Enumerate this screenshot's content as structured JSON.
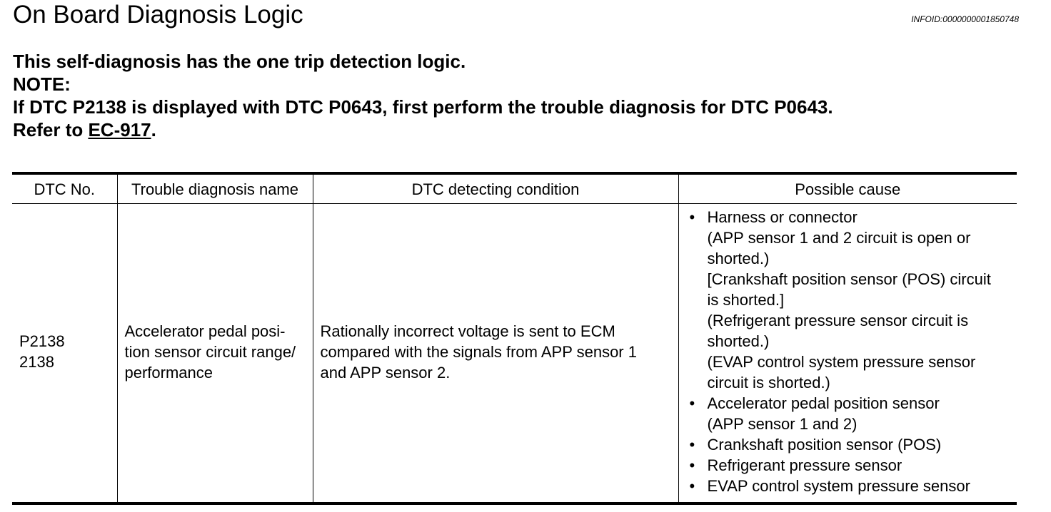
{
  "header": {
    "title": "On Board Diagnosis Logic",
    "infoid": "INFOID:0000000001850748"
  },
  "note": {
    "line1": "This self-diagnosis has the one trip detection logic.",
    "line2": "NOTE:",
    "line3": "If DTC P2138 is displayed with DTC P0643, first perform the trouble diagnosis for DTC P0643.",
    "line4_prefix": "Refer to ",
    "link": "EC-917",
    "line4_suffix": "."
  },
  "table": {
    "headers": [
      "DTC No.",
      "Trouble diagnosis name",
      "DTC detecting condition",
      "Possible cause"
    ],
    "row": {
      "dtc_lines": [
        "P2138",
        "2138"
      ],
      "name_lines": [
        "Accelerator pedal posi-",
        "tion sensor circuit range/",
        "performance"
      ],
      "condition_lines": [
        "Rationally incorrect voltage is sent to ECM",
        "compared with the signals from APP sensor 1",
        "and APP sensor 2."
      ],
      "causes": [
        {
          "lines": [
            "Harness or connector",
            "(APP sensor 1 and 2 circuit is open or",
            "shorted.)",
            "[Crankshaft position sensor (POS) circuit",
            "is shorted.]",
            "(Refrigerant pressure sensor circuit is",
            "shorted.)",
            "(EVAP control system pressure sensor",
            "circuit is shorted.)"
          ]
        },
        {
          "lines": [
            "Accelerator pedal position sensor",
            "(APP sensor 1 and 2)"
          ]
        },
        {
          "lines": [
            "Crankshaft position sensor (POS)"
          ]
        },
        {
          "lines": [
            "Refrigerant pressure sensor"
          ]
        },
        {
          "lines": [
            "EVAP control system pressure sensor"
          ]
        }
      ]
    }
  }
}
